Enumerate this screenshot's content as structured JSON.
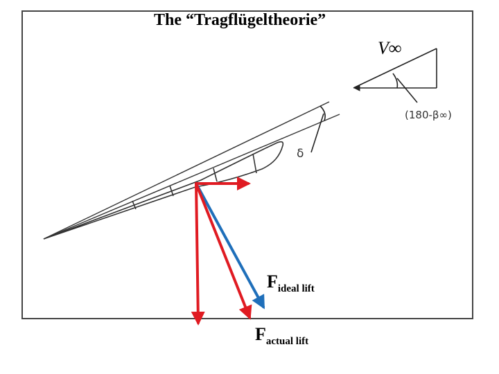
{
  "title": "The “Tragflügeltheorie”",
  "velocity_symbol": "V∞",
  "angle_label": "(180-β∞)",
  "delta_label": "δ",
  "forces": {
    "ideal": {
      "letter": "F",
      "subscript": "ideal lift"
    },
    "actual": {
      "letter": "F",
      "subscript": "actual lift"
    }
  },
  "colors": {
    "red": "#e01b22",
    "blue": "#1f6fba",
    "lines": "#333333",
    "border": "#444444"
  }
}
